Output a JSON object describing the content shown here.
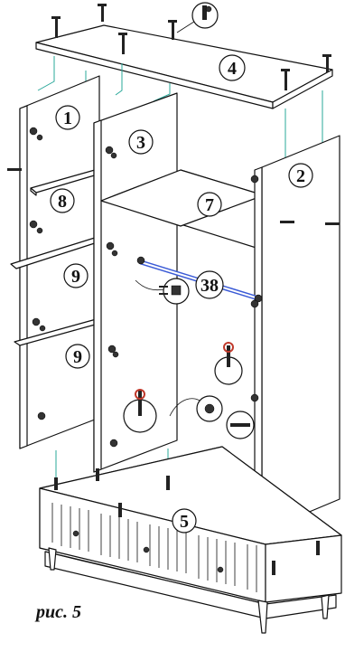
{
  "figure": {
    "caption": "рис. 5",
    "part_labels": [
      {
        "id": "part-1",
        "label": "1"
      },
      {
        "id": "part-2",
        "label": "2"
      },
      {
        "id": "part-3",
        "label": "3"
      },
      {
        "id": "part-4",
        "label": "4"
      },
      {
        "id": "part-5",
        "label": "5"
      },
      {
        "id": "part-7",
        "label": "7"
      },
      {
        "id": "part-8",
        "label": "8"
      },
      {
        "id": "part-9a",
        "label": "9"
      },
      {
        "id": "part-9b",
        "label": "9"
      },
      {
        "id": "part-38",
        "label": "38"
      }
    ],
    "colors": {
      "guide_lines": "#2aa89a",
      "hanging_rod": "#3b5bd6",
      "hardware": "#c0392b"
    }
  }
}
